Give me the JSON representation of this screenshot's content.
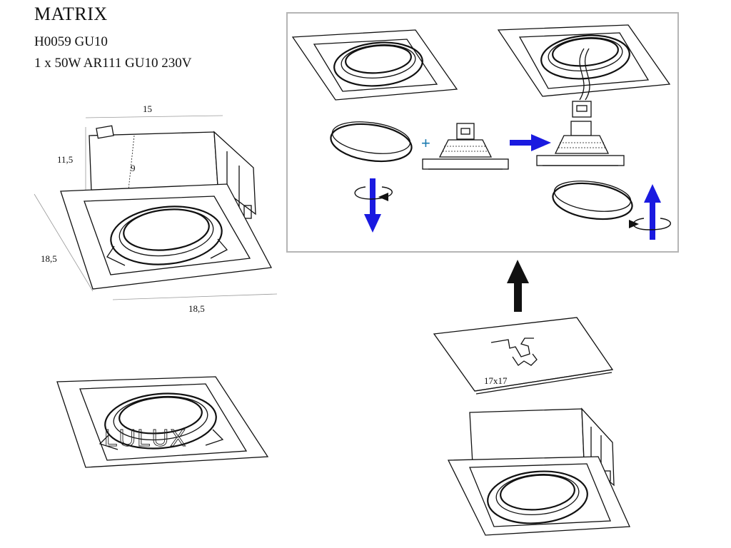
{
  "header": {
    "title": "MATRIX",
    "code": "H0059 GU10",
    "spec": "1 x 50W AR111 GU10 230V"
  },
  "dimensions": {
    "top_width": "15",
    "height": "11,5",
    "depth": "9",
    "side_length": "18,5",
    "front_length": "18,5",
    "cutout": "17x17"
  },
  "watermark": "LULUX",
  "install_panel": {
    "plus_sign": "+"
  },
  "colors": {
    "arrow_blue": "#1a1ae0",
    "arrow_black": "#111111",
    "panel_border": "#b5b5b5"
  }
}
